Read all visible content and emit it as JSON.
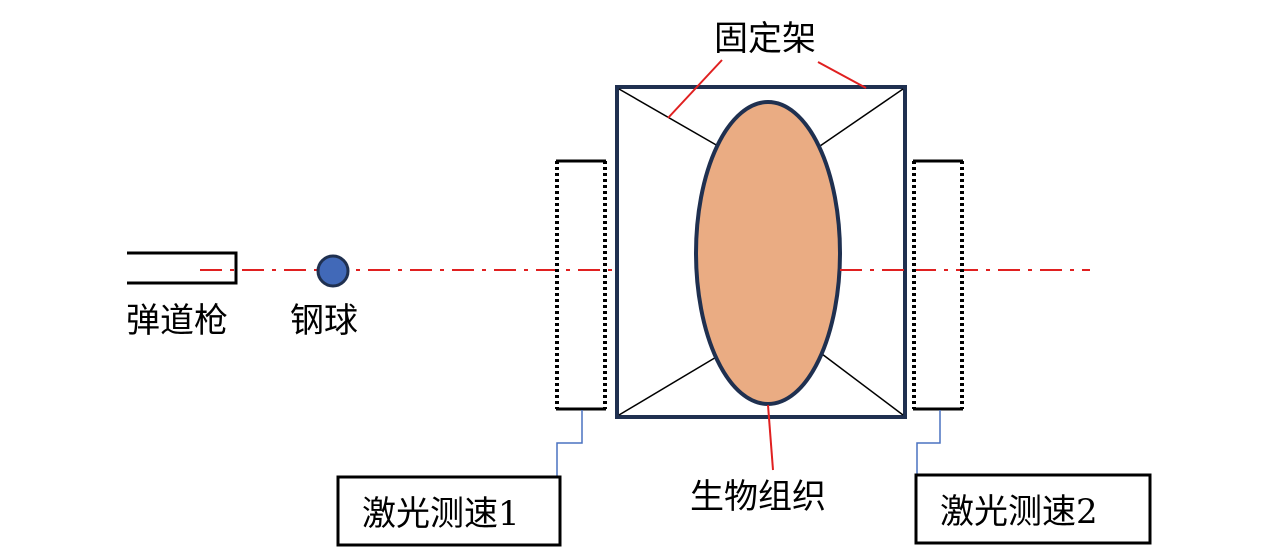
{
  "labels": {
    "gun": "弹道枪",
    "ball": "钢球",
    "frame": "固定架",
    "tissue": "生物组织",
    "laser1": "激光测速1",
    "laser2": "激光测速2"
  },
  "colors": {
    "trajectory": "#e02020",
    "leader": "#e02020",
    "frame": "#1f3050",
    "tissue_fill": "#eaac83",
    "ball_fill": "#4169b8",
    "connector": "#4a72c0"
  }
}
